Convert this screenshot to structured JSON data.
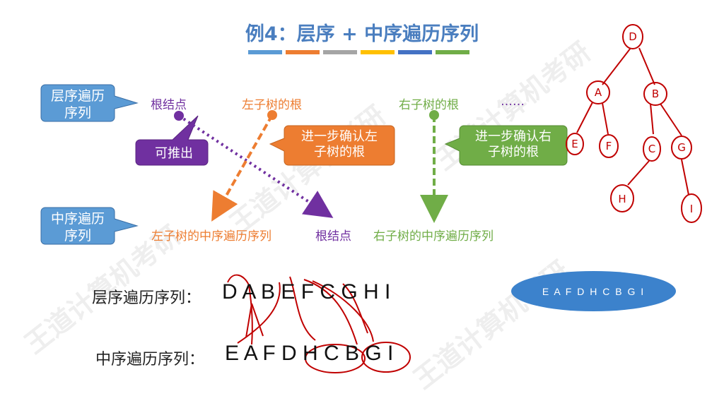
{
  "title": "例4：层序 + 中序遍历序列",
  "color_bars": [
    "#5b9bd5",
    "#ed7d31",
    "#a5a5a5",
    "#ffc000",
    "#4472c4",
    "#70ad47"
  ],
  "callouts": {
    "level_order": "层序遍历\n序列",
    "inorder": "中序遍历\n序列",
    "can_infer": "可推出",
    "left_root_confirm": "进一步确认左\n子树的根",
    "right_root_confirm": "进一步确认右\n子树的根"
  },
  "top_labels": {
    "root": "根结点",
    "left_root": "左子树的根",
    "right_root": "右子树的根",
    "ellipsis": "……"
  },
  "bottom_labels": {
    "left_inorder": "左子树的中序遍历序列",
    "root": "根结点",
    "right_inorder": "右子树的中序遍历序列"
  },
  "sequences": {
    "level_label": "层序遍历序列：",
    "level_letters": "D A B E F C G H I",
    "in_label": "中序遍历序列：",
    "in_letters": "E A F D H C B G I"
  },
  "ellipse_text": "E A F D H C B G I",
  "tree": {
    "nodes": [
      "D",
      "A",
      "B",
      "E",
      "F",
      "C",
      "G",
      "H",
      "I"
    ]
  },
  "colors": {
    "purple": "#7030a0",
    "orange": "#ed7d31",
    "green": "#70ad47",
    "blue_callout": "#5b9bd5",
    "handwriting": "#c00000"
  }
}
